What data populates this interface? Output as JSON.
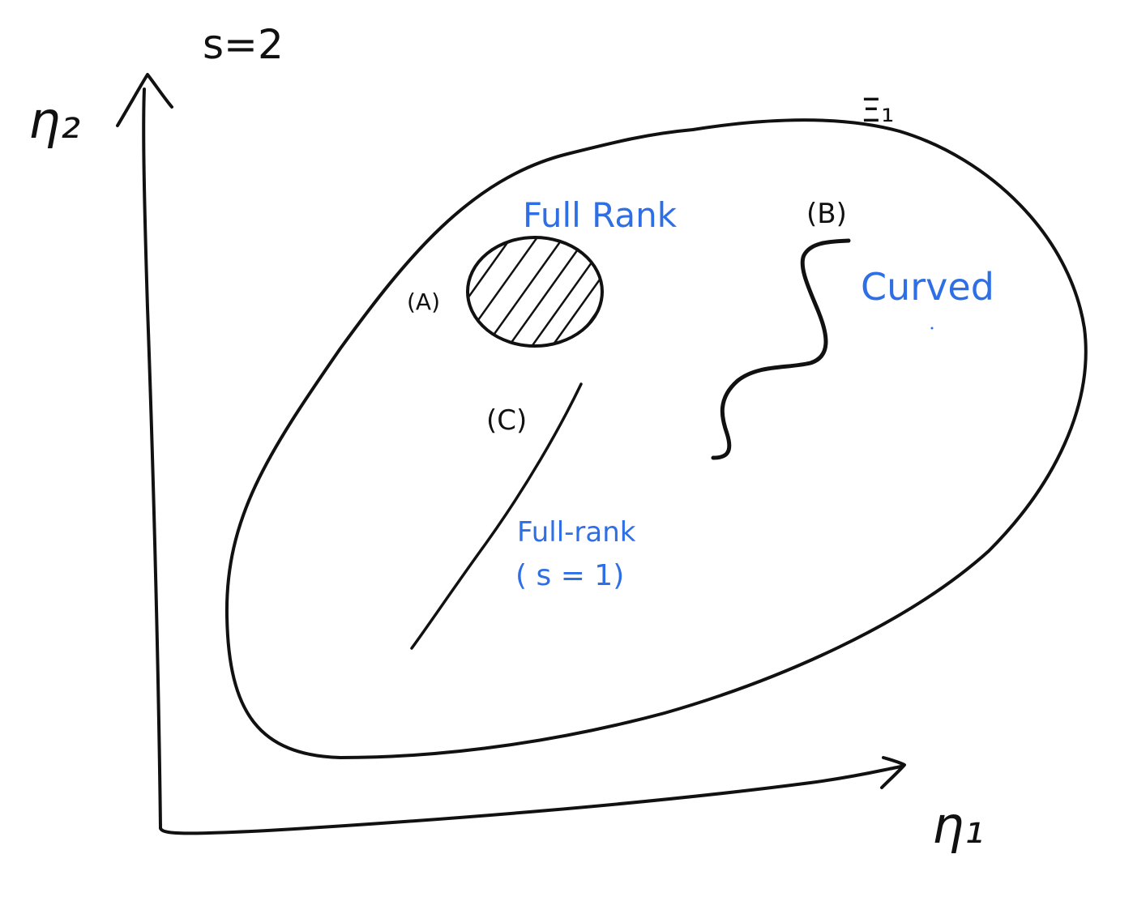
{
  "labels": {
    "s_value": "s=2",
    "y_axis": "η₂",
    "x_axis": "η₁",
    "space_label": "Ξ₁",
    "region_a": "(A)",
    "region_b": "(B)",
    "region_c": "(C)",
    "full_rank": "Full Rank",
    "curved": "Curved",
    "full_rank_line": "Full-rank",
    "full_rank_line_s": "( s = 1)"
  },
  "colors": {
    "ink": "#111111",
    "annotation": "#2f6fe6"
  }
}
